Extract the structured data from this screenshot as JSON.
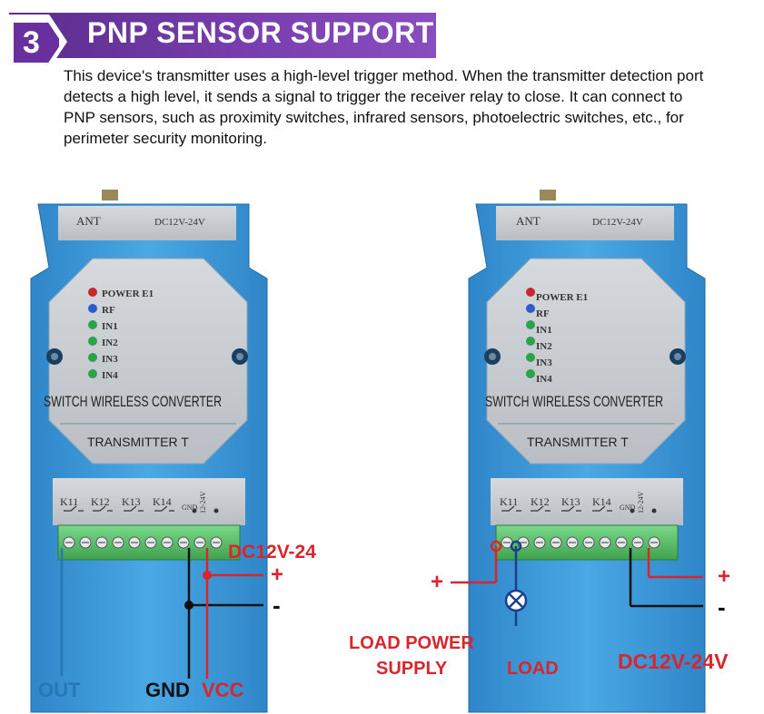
{
  "header": {
    "step_number": "3",
    "title": "PNP SENSOR SUPPORT"
  },
  "description": "This device's transmitter uses a high-level trigger method. When the transmitter detection port detects a high level, it sends a signal to trigger the receiver relay to close. It can connect to PNP sensors, such as proximity switches, infrared sensors, photoelectric switches, etc., for perimeter security monitoring.",
  "device": {
    "ant_label": "ANT",
    "power_spec": "DC12V-24V",
    "leds": [
      "POWER E1",
      "RF",
      "IN1",
      "IN2",
      "IN3",
      "IN4"
    ],
    "product_name": "SWITCH WIRELESS CONVERTER",
    "module_type": "TRANSMITTER T",
    "terminals": [
      "K11",
      "K12",
      "K13",
      "K14",
      "GND",
      "12-24V"
    ]
  },
  "left_diagram": {
    "supply_label": "DC12V-24",
    "plus": "+",
    "minus": "-",
    "out_label": "OUT",
    "gnd_label": "GND",
    "vcc_label": "VCC"
  },
  "right_diagram": {
    "plus_left": "+",
    "plus_right": "+",
    "minus": "-",
    "load_power_line1": "LOAD POWER",
    "load_power_line2": "SUPPLY",
    "load_label": "LOAD",
    "supply_label": "DC12V-24V"
  },
  "colors": {
    "device_blue": "#3a9ad9",
    "panel_grey": "#c9cdd2",
    "terminal_green": "#5cc16a",
    "wire_red": "#d8262c",
    "wire_blue": "#2478b5",
    "wire_black": "#111111",
    "header_purple": "#6a2f9e"
  }
}
